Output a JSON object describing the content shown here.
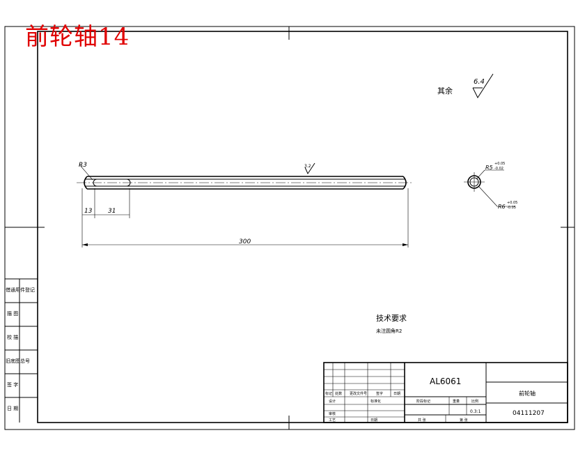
{
  "stamp_title": "前轮轴14",
  "general_roughness": {
    "label": "其余",
    "value": "6.4"
  },
  "surface_mark": "3.2",
  "dimensions": {
    "chamfer": "R3",
    "slot_offset": "13",
    "slot_length": "31",
    "overall_length": "300",
    "section_inner": "R5",
    "section_inner_tol_upper": "+0.05",
    "section_inner_tol_lower": "-0.02",
    "section_outer": "R6",
    "section_outer_tol_upper": "+0.05",
    "section_outer_tol_lower": "-0.05"
  },
  "tech_requirements": {
    "title": "技术要求",
    "note": "未注圆角R2"
  },
  "left_strip": [
    "借通用件登记",
    "描 图",
    "校 描",
    "旧底图总号",
    "签 字",
    "日 期"
  ],
  "title_block": {
    "material": "AL6061",
    "part_name": "前轮轴",
    "drawing_number": "04111207",
    "scale": "0.3:1",
    "header_marks": "阶段标记",
    "header_weight": "重量",
    "header_scale": "比例",
    "sheets": "共 张",
    "sheet_no": "第 张",
    "rev_headers": [
      "标记",
      "处数",
      "更改文件号",
      "签字",
      "日期"
    ],
    "designer": "设计",
    "standardization": "标准化",
    "reviewer": "审核",
    "process": "工艺",
    "date_label": "日期"
  }
}
